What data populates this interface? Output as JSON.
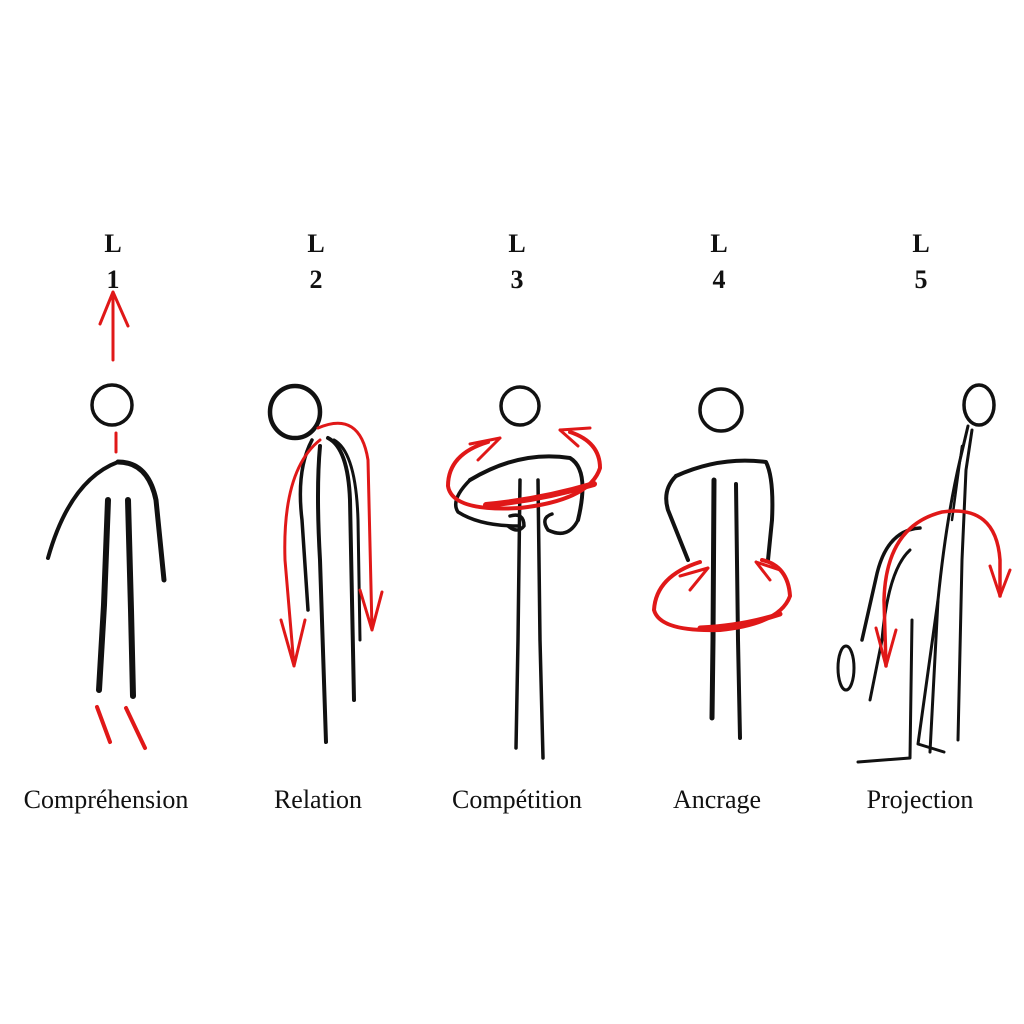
{
  "colors": {
    "body": "#111111",
    "motion": "#e01818",
    "background": "#ffffff"
  },
  "figures": [
    {
      "level_letter": "L",
      "level_number": "1",
      "caption": "Compréhension"
    },
    {
      "level_letter": "L",
      "level_number": "2",
      "caption": "Relation"
    },
    {
      "level_letter": "L",
      "level_number": "3",
      "caption": "Compétition"
    },
    {
      "level_letter": "L",
      "level_number": "4",
      "caption": "Ancrage"
    },
    {
      "level_letter": "L",
      "level_number": "5",
      "caption": "Projection"
    }
  ]
}
